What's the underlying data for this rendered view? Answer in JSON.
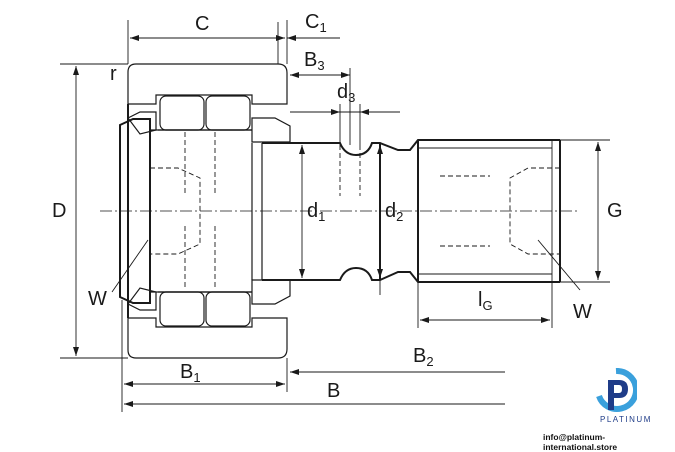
{
  "labels": {
    "C": "C",
    "C1": "C",
    "C1_sub": "1",
    "B3": "B",
    "B3_sub": "3",
    "d3": "d",
    "d3_sub": "3",
    "r": "r",
    "D": "D",
    "d1": "d",
    "d1_sub": "1",
    "d2": "d",
    "d2_sub": "2",
    "G": "G",
    "W_left": "W",
    "W_right": "W",
    "lG": "l",
    "lG_sub": "G",
    "B1": "B",
    "B1_sub": "1",
    "B2": "B",
    "B2_sub": "2",
    "B": "B"
  },
  "brand": {
    "name": "PLATINUM",
    "email": "info@platinum-international.store",
    "colors": {
      "primary": "#1f3c88",
      "accent": "#3aa0dc"
    }
  }
}
